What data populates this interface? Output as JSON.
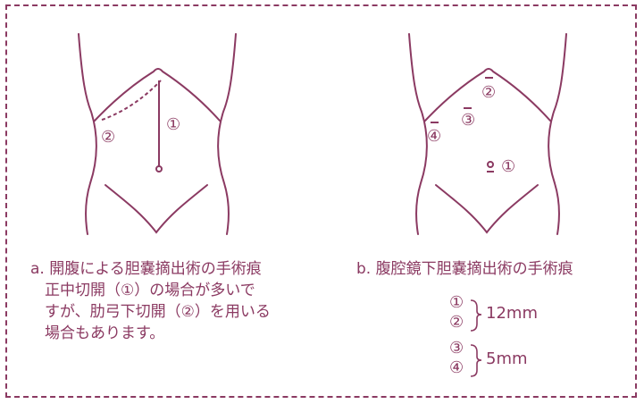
{
  "panel_a": {
    "labels": {
      "midline": "①",
      "subcostal": "②"
    },
    "caption": [
      "a. 開腹による胆嚢摘出術の手術痕",
      "正中切開（①）の場合が多いで",
      "すが、肋弓下切開（②）を用いる",
      "場合もあります。"
    ]
  },
  "panel_b": {
    "labels": {
      "navel": "①",
      "epigastric": "②",
      "upper": "③",
      "lateral": "④"
    },
    "caption": "b. 腹腔鏡下胆嚢摘出術の手術痕",
    "sizes": [
      {
        "ports": [
          "①",
          "②"
        ],
        "size": "12mm"
      },
      {
        "ports": [
          "③",
          "④"
        ],
        "size": "5mm"
      }
    ]
  },
  "colors": {
    "line": "#8b3a62"
  }
}
